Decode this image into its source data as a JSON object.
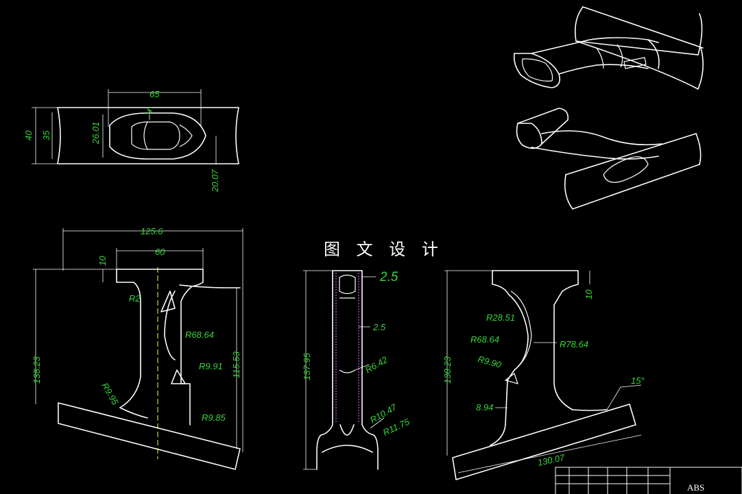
{
  "watermark": "图 文 设 计",
  "top_view": {
    "dims": {
      "len65": "65",
      "d40": "40",
      "d35": "35",
      "d26": "26.01",
      "d20": "20.07",
      "d5": "5"
    }
  },
  "front_view": {
    "dims": {
      "w125": "125.6",
      "w60": "60",
      "h10": "10",
      "r2": "R2",
      "r68": "R68.64",
      "r991": "R9.91",
      "r995": "R9.95",
      "r985": "R9.85",
      "h138": "138.23",
      "h115": "115.53"
    }
  },
  "section_view": {
    "dims": {
      "t25a": "2.5",
      "t25b": "2.5",
      "h137": "137.95",
      "r642": "R6.42",
      "r1047": "R10.47",
      "r1175": "R11.75"
    }
  },
  "side_view": {
    "dims": {
      "r2851": "R28.51",
      "r6864": "R68.64",
      "r7864": "R78.64",
      "r990": "R9.90",
      "d894": "8.94",
      "h13823": "138.23",
      "h10": "10",
      "ang15": "15°",
      "w13007": "130.07"
    }
  },
  "title_block": {
    "material": "ABS"
  }
}
